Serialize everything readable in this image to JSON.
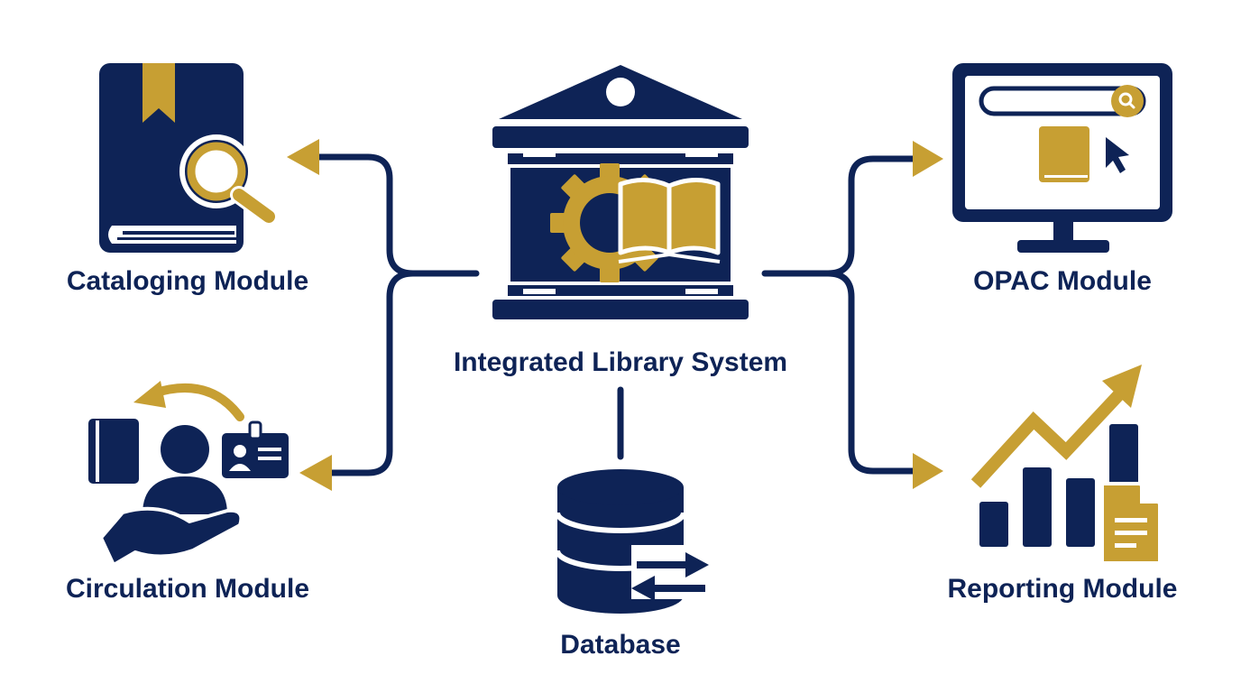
{
  "colors": {
    "primary": "#0e2356",
    "accent": "#c79f33",
    "background": "#ffffff"
  },
  "center": {
    "label": "Integrated Library System",
    "icon": "library-building-gear-book-icon"
  },
  "modules": [
    {
      "id": "cataloging",
      "label": "Cataloging Module",
      "icon": "book-magnifier-icon"
    },
    {
      "id": "circulation",
      "label": "Circulation Module",
      "icon": "book-user-hand-id-card-icon"
    },
    {
      "id": "opac",
      "label": "OPAC Module",
      "icon": "monitor-search-icon"
    },
    {
      "id": "reporting",
      "label": "Reporting Module",
      "icon": "bar-chart-trend-icon"
    },
    {
      "id": "database",
      "label": "Database",
      "icon": "database-sync-icon"
    }
  ]
}
